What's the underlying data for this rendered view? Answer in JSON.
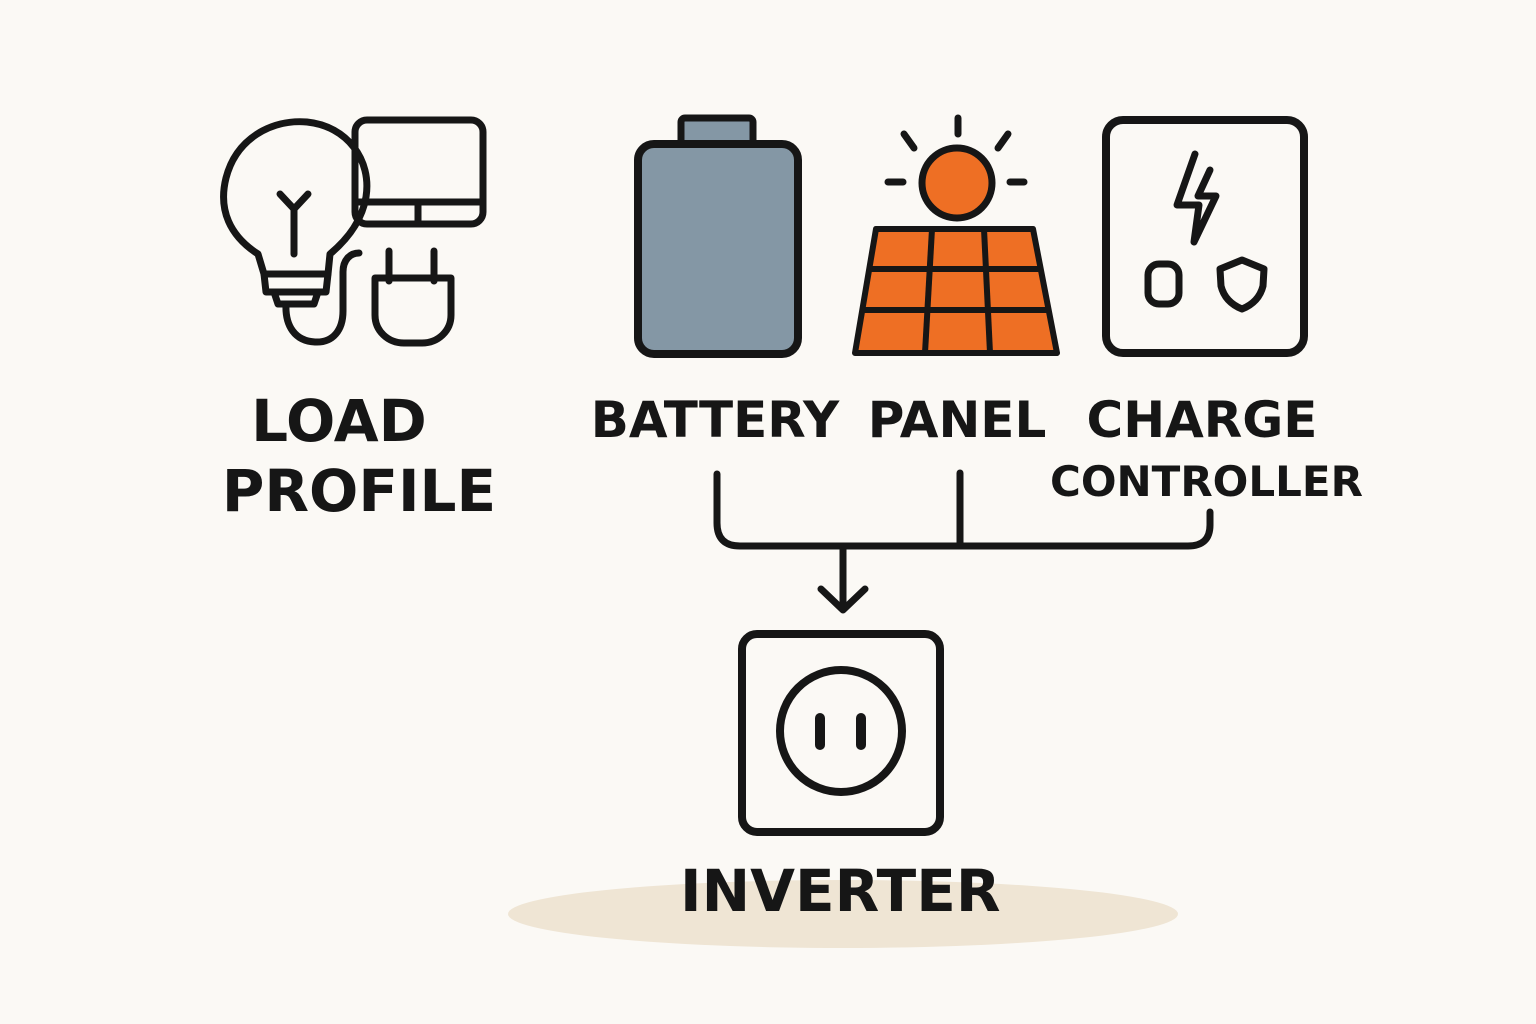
{
  "colors": {
    "background": "#fbf9f5",
    "stroke": "#161616",
    "battery_fill": "#8497a5",
    "solar_orange": "#ee6f24",
    "shadow": "#efe5d4"
  },
  "nodes": {
    "load_profile": {
      "label_line1": "LOAD",
      "label_line2": "PROFILE",
      "icons": [
        "lightbulb-icon",
        "monitor-icon",
        "plug-icon"
      ]
    },
    "battery": {
      "label": "BATTERY",
      "icon": "battery-icon"
    },
    "panel": {
      "label": "PANEL",
      "icons": [
        "sun-icon",
        "solar-panel-icon"
      ]
    },
    "charge_controller": {
      "label_line1": "CHARGE",
      "label_line2": "CONTROLLER",
      "icons": [
        "lightning-icon",
        "shield-icon"
      ]
    },
    "inverter": {
      "label": "INVERTER",
      "icon": "power-outlet-icon"
    }
  },
  "connectors": [
    {
      "from": "battery",
      "to": "inverter"
    },
    {
      "from": "panel",
      "to": "inverter"
    },
    {
      "from": "charge_controller",
      "to": "inverter"
    }
  ]
}
